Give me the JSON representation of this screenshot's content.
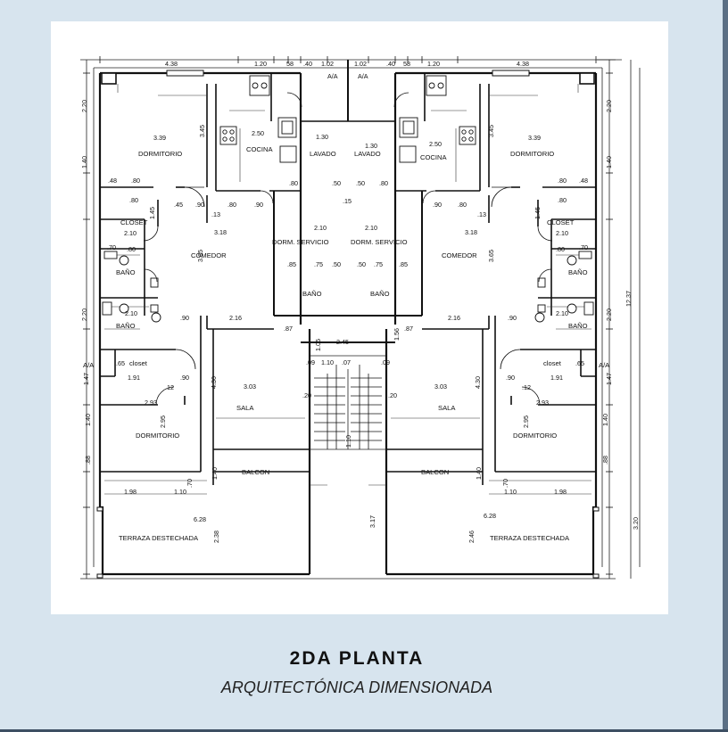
{
  "title": "2DA PLANTA",
  "subtitle": "ARQUITECTÓNICA DIMENSIONADA",
  "plan": {
    "rooms": {
      "dorm_top": "DORMITORIO",
      "closet_top": "CLOSET",
      "bano_1": "BAÑO",
      "bano_2": "BAÑO",
      "cocina": "COCINA",
      "lavado": "LAVADO",
      "comedor": "COMEDOR",
      "dorm_servicio": "DORM. SERVICIO",
      "bano_serv": "BAÑO",
      "closet_low": "closet",
      "sala": "SALA",
      "dorm_low": "DORMITORIO",
      "balcon": "BALCON",
      "terraza": "TERRAZA DESTECHADA",
      "aa": "A/A"
    },
    "dims": {
      "w438": "4.38",
      "w120": "1.20",
      "w058": "58",
      "w040": ".40",
      "w102": "1.02",
      "v220": "2.20",
      "v140": "1.40",
      "v345": "3.45",
      "v365": "3.65",
      "v430": "4.30",
      "v295": "2.95",
      "v088": ".88",
      "v238": "2.38",
      "v246": "2.46",
      "v147": "1.47",
      "h339": "3.39",
      "h250": "2.50",
      "h130": "1.30",
      "h318": "3.18",
      "h210": "2.10",
      "h216": "2.16",
      "h303": "3.03",
      "h293": "2.93",
      "h198": "1.98",
      "h110": "1.10",
      "h628": "6.28",
      "h245": "2.45",
      "h191": "1.91",
      "v317": "3.17",
      "v320": "3.20",
      "v1237": "12.37",
      "h048": ".48",
      "h080": ".80",
      "h090": ".90",
      "h045": ".45",
      "h013": ".13",
      "h012": ".12",
      "h070": ".70",
      "h085": ".85",
      "h075": ".75",
      "h050": ".50",
      "h065": ".65",
      "h087": ".87",
      "v105": "1.05",
      "v150": "1.56",
      "h009": ".09",
      "h007": ".07",
      "v110": "1.10",
      "v145": "1.45",
      "v020": ".20",
      "h015": ".15"
    }
  }
}
